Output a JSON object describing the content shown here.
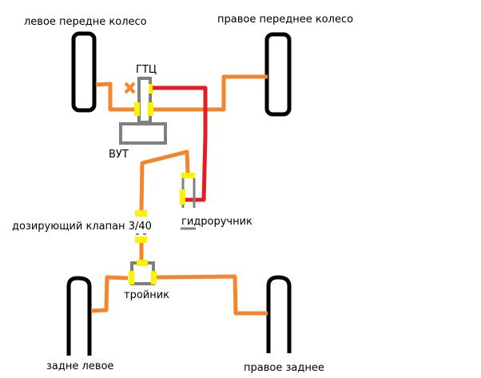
{
  "diagram": {
    "title": "Brake hydraulic scheme",
    "colors": {
      "background": "#ffffff",
      "wheel": "#000000",
      "brake_line": "#f5852a",
      "handbrake_line": "#e41c24",
      "fitting": "#fff200",
      "component": "#7f7f7f"
    },
    "labels": {
      "front_left_wheel": "левое передне колесо",
      "front_right_wheel": "правое переднее колесо",
      "master_cylinder": "ГТЦ",
      "brake_booster": "ВУТ",
      "hydraulic_handbrake": "гидроручник",
      "proportioning_valve": "дозирующий клапан 3/40",
      "tee": "тройник",
      "rear_left_wheel": "задне левое",
      "rear_right_wheel": "правое заднее"
    },
    "components": [
      {
        "id": "front-left-wheel",
        "label": "левое передне колесо"
      },
      {
        "id": "front-right-wheel",
        "label": "правое переднее колесо"
      },
      {
        "id": "master-cylinder",
        "label": "ГТЦ"
      },
      {
        "id": "brake-booster",
        "label": "ВУТ"
      },
      {
        "id": "hydraulic-handbrake",
        "label": "гидроручник"
      },
      {
        "id": "proportioning-valve",
        "label": "дозирующий клапан 3/40"
      },
      {
        "id": "tee-fitting",
        "label": "тройник"
      },
      {
        "id": "rear-left-wheel",
        "label": "задне левое"
      },
      {
        "id": "rear-right-wheel",
        "label": "правое заднее"
      }
    ],
    "connections": [
      {
        "from": "master-cylinder",
        "to": "front-left-wheel",
        "line": "brake_line",
        "note": "crossed-out upper port"
      },
      {
        "from": "master-cylinder",
        "to": "front-right-wheel",
        "line": "brake_line"
      },
      {
        "from": "master-cylinder",
        "to": "hydraulic-handbrake",
        "line": "handbrake_line"
      },
      {
        "from": "hydraulic-handbrake",
        "to": "proportioning-valve",
        "line": "brake_line"
      },
      {
        "from": "proportioning-valve",
        "to": "tee-fitting",
        "line": "brake_line"
      },
      {
        "from": "tee-fitting",
        "to": "rear-left-wheel",
        "line": "brake_line"
      },
      {
        "from": "tee-fitting",
        "to": "rear-right-wheel",
        "line": "brake_line"
      }
    ]
  }
}
